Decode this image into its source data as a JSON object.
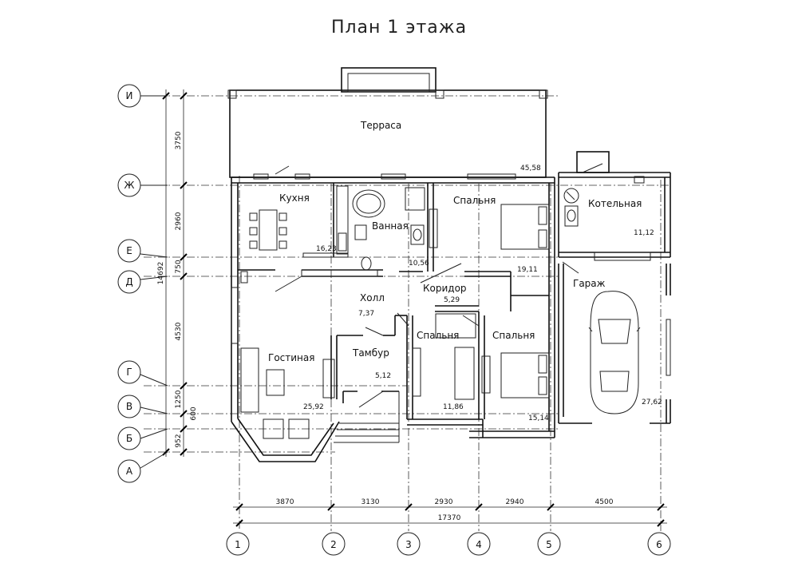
{
  "title": "План 1 этажа",
  "rooms": {
    "terrace": "Терраса",
    "kitchen": "Кухня",
    "bath": "Ванная",
    "bedroom_top": "Спальня",
    "boiler": "Котельная",
    "garage": "Гараж",
    "corridor": "Коридор",
    "hall": "Холл",
    "vestibule": "Тамбур",
    "living": "Гостиная",
    "bedroom_mid": "Спальня",
    "bedroom_right": "Спальня"
  },
  "areas": {
    "terrace": "45,58",
    "kitchen": "16,23",
    "bath": "10,56",
    "bedroom_top": "19,11",
    "boiler": "11,12",
    "corridor": "5,29",
    "hall": "7,37",
    "vestibule": "5,12",
    "living": "25,92",
    "bedroom_mid": "11,86",
    "bedroom_right": "15,14",
    "garage": "27,62"
  },
  "row_axes": [
    "И",
    "Ж",
    "Е",
    "Д",
    "Г",
    "В",
    "Б",
    "А"
  ],
  "col_axes": [
    "1",
    "2",
    "3",
    "4",
    "5",
    "6"
  ],
  "dims_left": {
    "total": "14692",
    "seg_i_zh": "3750",
    "seg_zh_e": "2960",
    "seg_e_d": "750",
    "seg_d_g": "4530",
    "seg_g_v": "1250",
    "seg_v_b": "600",
    "seg_b_a": "952"
  },
  "dims_bottom": {
    "seg_1_2": "3870",
    "seg_2_3": "3130",
    "seg_3_4": "2930",
    "seg_4_5": "2940",
    "seg_5_6": "4500",
    "total": "17370"
  }
}
